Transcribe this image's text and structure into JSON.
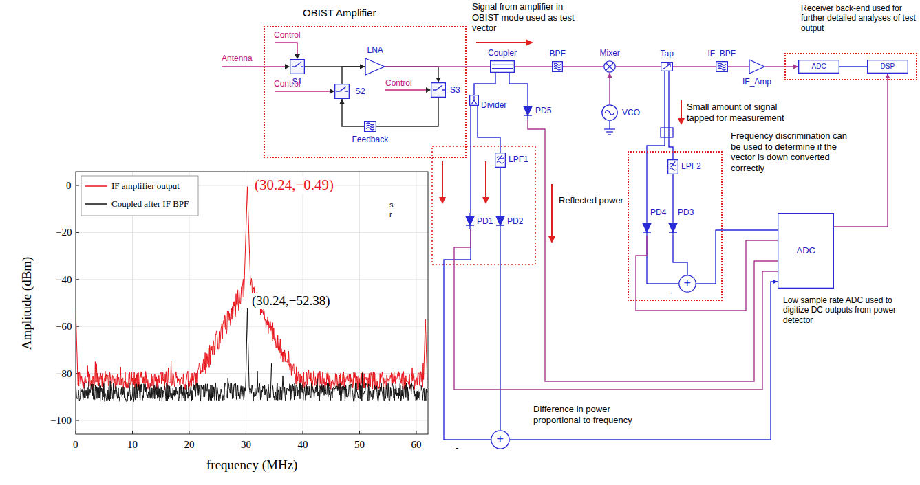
{
  "diagram": {
    "nodes": [
      {
        "text": [
          "OBIST Amplifier"
        ]
      },
      {
        "text": [
          "S1"
        ],
        "in": 0
      },
      {
        "text": [
          "LNA"
        ],
        "in": 0
      },
      {
        "text": [
          "S2"
        ],
        "in": 0
      },
      {
        "text": [
          "S3"
        ],
        "in": 0
      },
      {
        "text": [
          "Feedback"
        ],
        "in": 0
      },
      {
        "text": [
          "Coupler"
        ]
      },
      {
        "text": [
          "BPF"
        ]
      },
      {
        "text": [
          "Mixer"
        ]
      },
      {
        "text": [
          "Tap"
        ]
      },
      {
        "text": [
          "IF_BPF"
        ]
      },
      {
        "text": [
          "IF_Amp"
        ]
      },
      {
        "text": [
          "Receiver back-end used for further detailed analyses of test output"
        ]
      },
      {
        "text": [
          "ADC"
        ],
        "in": 12
      },
      {
        "text": [
          "DSP"
        ],
        "in": 12
      },
      {
        "text": [
          "VCO"
        ]
      },
      {
        "text": [
          "Divider"
        ]
      },
      {
        "text": [
          "PD5"
        ]
      },
      {
        "text": [
          "LPF1"
        ]
      },
      {
        "text": [
          "PD1"
        ]
      },
      {
        "text": [
          "PD2"
        ]
      },
      {
        "text": [
          "Frequency discrimination can be used to determine if the vector is down converted correctly"
        ]
      },
      {
        "text": [
          "LPF2"
        ],
        "in": 21
      },
      {
        "text": [
          "PD4"
        ],
        "in": 21
      },
      {
        "text": [
          "PD3"
        ],
        "in": 21
      },
      {
        "text": [
          "+"
        ],
        "in": 21
      },
      {
        "text": [
          "ADC",
          "Low sample rate ADC used to digitize DC outputs from power detector"
        ]
      },
      {
        "text": [
          "+",
          "Difference in power proportional to frequency"
        ]
      }
    ],
    "edges": [
      {
        "from": 1,
        "to": 2,
        "arrow": "to"
      },
      {
        "from": 3,
        "to": 2,
        "arrow": "to"
      },
      {
        "from": 2,
        "to": 4,
        "arrow": "to"
      },
      {
        "from": 4,
        "to": 5,
        "arrow": "none"
      },
      {
        "from": 5,
        "to": 3,
        "arrow": "to"
      },
      {
        "from": 2,
        "to": 6,
        "arrow": "none"
      },
      {
        "from": 6,
        "to": 7,
        "arrow": "none"
      },
      {
        "from": 7,
        "to": 8,
        "arrow": "none"
      },
      {
        "from": 15,
        "to": 8,
        "arrow": "to"
      },
      {
        "from": 8,
        "to": 9,
        "arrow": "none"
      },
      {
        "from": 9,
        "to": 10,
        "arrow": "none"
      },
      {
        "from": 10,
        "to": 11,
        "arrow": "none"
      },
      {
        "from": 11,
        "to": 13,
        "arrow": "to"
      },
      {
        "from": 13,
        "to": 14,
        "arrow": "none"
      },
      {
        "from": 6,
        "to": 16,
        "arrow": "none"
      },
      {
        "from": 6,
        "to": 17,
        "arrow": "none"
      },
      {
        "from": 16,
        "to": 19,
        "arrow": "none"
      },
      {
        "from": 16,
        "to": 18,
        "arrow": "none"
      },
      {
        "from": 18,
        "to": 20,
        "arrow": "none"
      },
      {
        "from": 19,
        "to": 27,
        "arrow": "none"
      },
      {
        "from": 20,
        "to": 27,
        "arrow": "none"
      },
      {
        "from": 27,
        "to": 26,
        "arrow": "to"
      },
      {
        "from": 19,
        "to": 26,
        "arrow": "none"
      },
      {
        "from": 17,
        "to": 26,
        "arrow": "none"
      },
      {
        "from": 9,
        "to": 23,
        "arrow": "none"
      },
      {
        "from": 9,
        "to": 22,
        "arrow": "none"
      },
      {
        "from": 22,
        "to": 24,
        "arrow": "none"
      },
      {
        "from": 23,
        "to": 25,
        "arrow": "none"
      },
      {
        "from": 24,
        "to": 25,
        "arrow": "none"
      },
      {
        "from": 25,
        "to": 26,
        "arrow": "none"
      },
      {
        "from": 23,
        "to": 26,
        "arrow": "none"
      },
      {
        "from": 26,
        "to": 14,
        "arrow": "to"
      }
    ],
    "labels": [
      "Antenna",
      "Control",
      "Control",
      "Control",
      "Signal from amplifier in OBIST mode used as test vector",
      "Small amount of signal tapped for measurement",
      "Reflected power",
      "s",
      "r",
      "-",
      "-",
      "0",
      "−20",
      "−40",
      "−60",
      "−80",
      "−100",
      "0",
      "10",
      "20",
      "30",
      "40",
      "50",
      "60",
      "Amplitude (dBm)",
      "frequency (MHz)",
      "(30.24,−0.49)",
      "(30.24,−52.38)"
    ],
    "legend": [
      {
        "text": "IF amplifier output"
      },
      {
        "text": "Coupled after IF BPF"
      }
    ]
  }
}
